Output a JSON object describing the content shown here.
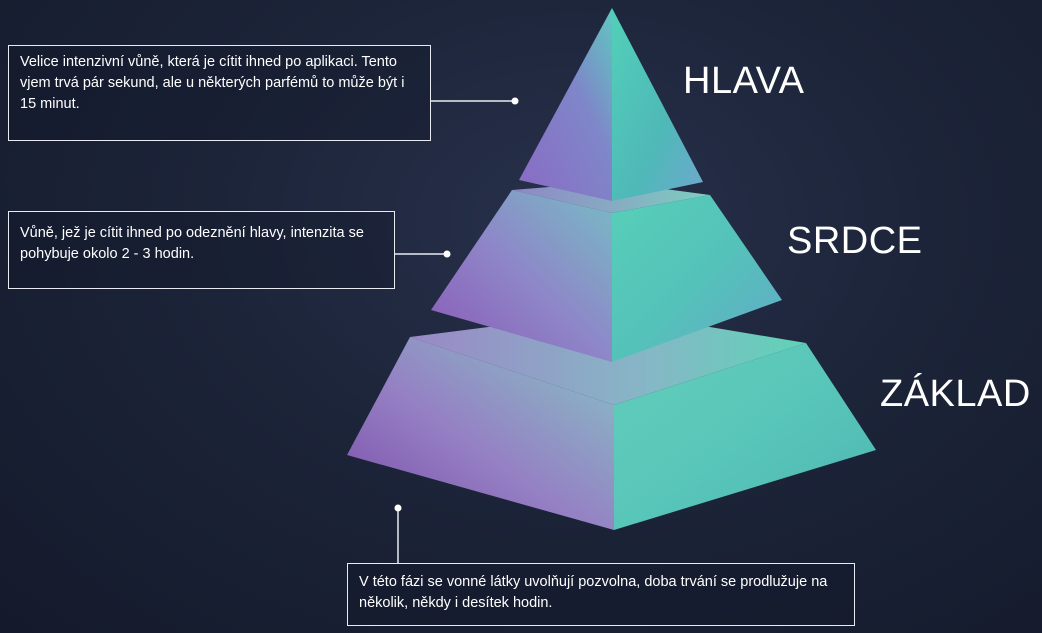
{
  "levels": [
    {
      "label": "HLAVA",
      "description": "Velice intenzivní vůně, která je cítit ihned po aplikaci. Tento vjem trvá pár sekund, ale u některých parfémů to může být i 15 minut."
    },
    {
      "label": "SRDCE",
      "description": "Vůně, jež je cítit ihned po odeznění hlavy, intenzita se pohybuje okolo 2 - 3 hodin."
    },
    {
      "label": "ZÁKLAD",
      "description": "V této fázi se vonné látky uvolňují pozvolna, doba trvání se prodlužuje na několik, někdy i desítek hodin."
    }
  ],
  "colors": {
    "background": "#1c2439",
    "teal": "#4fd1b5",
    "purple": "#8a5bb8",
    "lavender": "#9c8fd0",
    "line": "#e8ebf2"
  }
}
